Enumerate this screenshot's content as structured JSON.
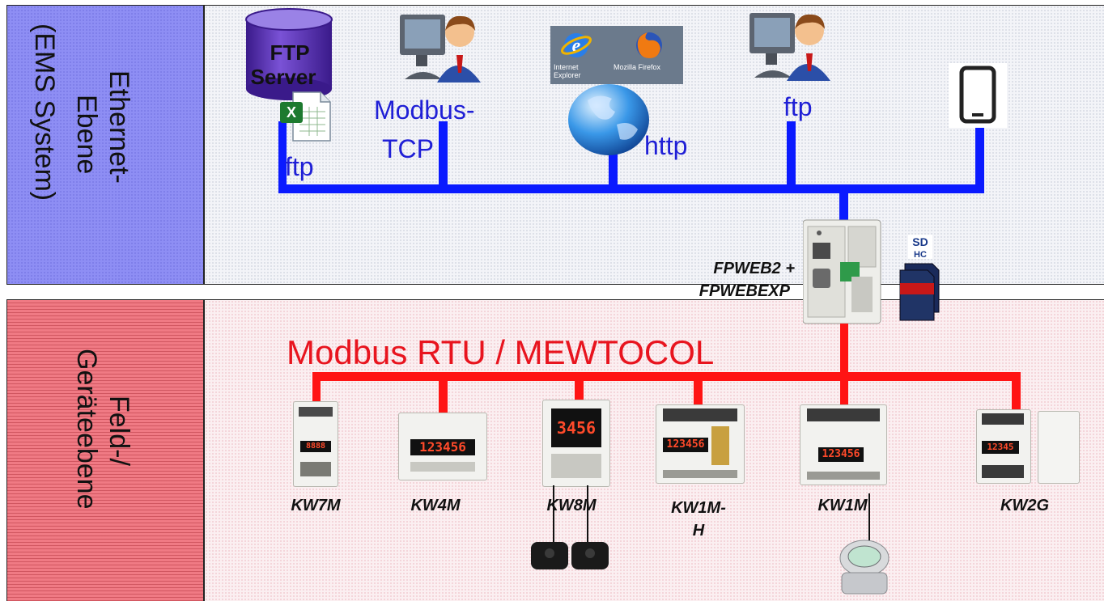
{
  "levels": {
    "top": {
      "line1": "(EMS System)",
      "line2": "Ethernet-",
      "line3": "Ebene"
    },
    "bottom": {
      "line1": "Feld-/",
      "line2": "Geräteebene"
    }
  },
  "ethernet": {
    "ftp_server_line1": "FTP",
    "ftp_server_line2": "Server",
    "ftp_label": "ftp",
    "modbus_line1": "Modbus-",
    "modbus_line2": "TCP",
    "http_label": "http",
    "ftp_label_2": "ftp",
    "browser_ie_line1": "Internet",
    "browser_ie_line2": "Explorer",
    "browser_ff": "Mozilla Firefox"
  },
  "gateway": {
    "line1": "FPWEB2 +",
    "line2": "FPWEBEXP"
  },
  "field_bus_label": "Modbus RTU / MEWTOCOL",
  "devices": [
    {
      "name": "KW7M",
      "display": "8888"
    },
    {
      "name": "KW4M",
      "display": "123456"
    },
    {
      "name": "KW8M",
      "display": "3456"
    },
    {
      "name": "KW1M-",
      "name2": "H",
      "display": "123456"
    },
    {
      "name": "KW1M",
      "display": "123456"
    },
    {
      "name": "KW2G",
      "display": "12345"
    }
  ],
  "colors": {
    "ethernet_bus": "#0a1aff",
    "field_bus": "#ff1414",
    "top_level": "#8e8ef4",
    "bottom_level": "#f07a84"
  }
}
